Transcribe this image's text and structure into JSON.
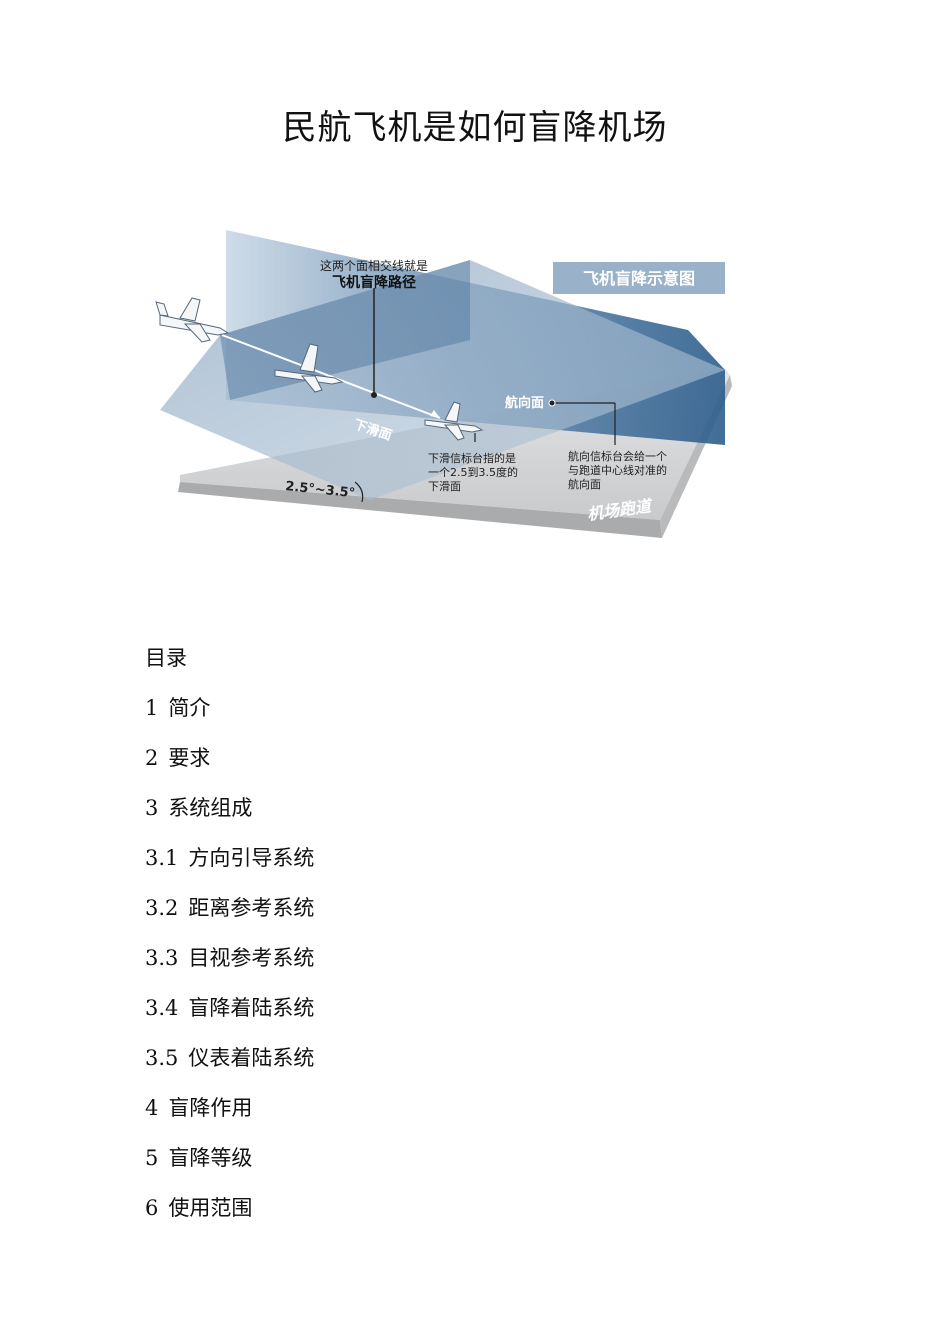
{
  "document": {
    "title": "民航飞机是如何盲降机场"
  },
  "figure": {
    "caption_box": "飞机盲降示意图",
    "callout_top_line1": "这两个面相交线就是",
    "callout_top_line2": "飞机盲降路径",
    "label_glide_plane": "下滑面",
    "label_localizer_plane": "航向面",
    "glide_note_line1": "下滑信标台指的是",
    "glide_note_line2": "一个2.5到3.5度的",
    "glide_note_line3": "下滑面",
    "localizer_note_line1": "航向信标台会给一个",
    "localizer_note_line2": "与跑道中心线对准的",
    "localizer_note_line3": "航向面",
    "runway_label": "机场跑道",
    "angle_label": "2.5°~3.5°"
  },
  "toc": {
    "heading": "目录",
    "items": [
      {
        "num": "1",
        "label": "简介"
      },
      {
        "num": "2",
        "label": "要求"
      },
      {
        "num": "3",
        "label": "系统组成"
      },
      {
        "num": "3.1",
        "label": "方向引导系统"
      },
      {
        "num": "3.2",
        "label": "距离参考系统"
      },
      {
        "num": "3.3",
        "label": "目视参考系统"
      },
      {
        "num": "3.4",
        "label": "盲降着陆系统"
      },
      {
        "num": "3.5",
        "label": "仪表着陆系统"
      },
      {
        "num": "4",
        "label": "盲降作用"
      },
      {
        "num": "5",
        "label": "盲降等级"
      },
      {
        "num": "6",
        "label": "使用范围"
      }
    ]
  }
}
